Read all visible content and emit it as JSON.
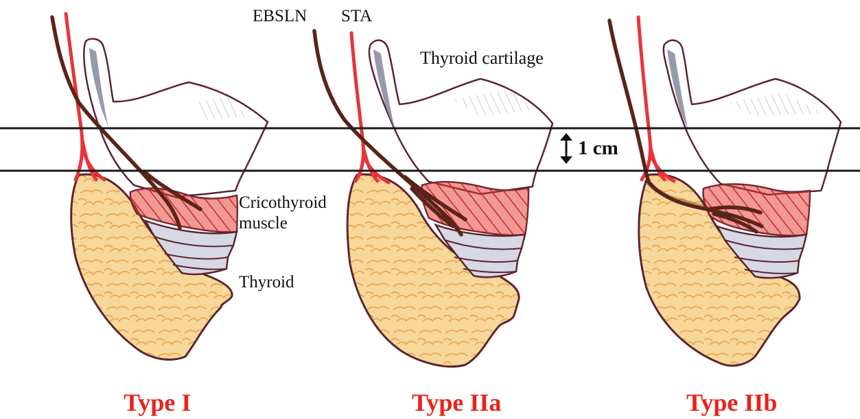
{
  "labels": {
    "ebsln": "EBSLN",
    "sta": "STA",
    "thyroid_cartilage": "Thyroid cartilage",
    "distance": "1 cm",
    "cricothyroid_line1": "Cricothyroid",
    "cricothyroid_line2": "muscle",
    "thyroid": "Thyroid"
  },
  "panels": [
    {
      "title": "Type I"
    },
    {
      "title": "Type IIa"
    },
    {
      "title": "Type IIb"
    }
  ],
  "colors": {
    "title": "#e8231b",
    "nerve": "#5a2418",
    "artery": "#e8343a",
    "thyroid_fill": "#f7d79a",
    "thyroid_lobule": "#e89a3a",
    "muscle": "#e2332f",
    "outline": "#5a2530",
    "cartilage_shade": "#8a8fa8",
    "horizontal_line": "#1a1a1a"
  }
}
